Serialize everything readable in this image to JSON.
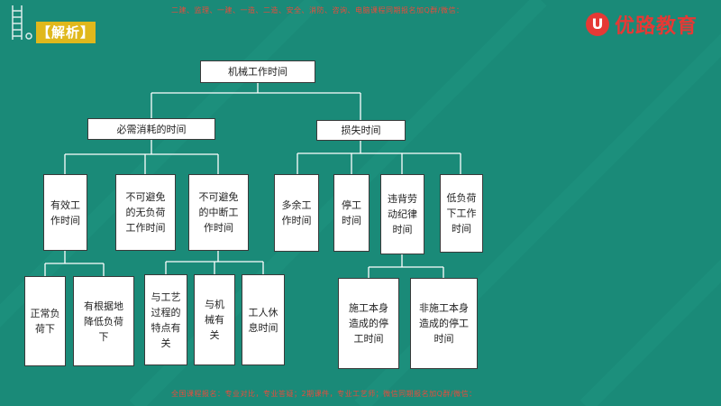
{
  "header": {
    "label": "【解析】",
    "top_note": "二建、监理、一建、一造、二造、安全、消防、咨询、电脑课程同期报名加Q群/微信：",
    "bottom_note": "全国课程报名：专业对比，专业答疑；2期课件，专业工艺师；微信同期报名加Q群/微信：",
    "logo_mark": "U",
    "logo_text": "优路教育"
  },
  "diagram": {
    "root": "机械工作时间",
    "necessary": "必需消耗的时间",
    "loss": "损失时间",
    "effective": "有效工\n作时间",
    "unavoidable_noload": "不可避免\n的无负荷\n工作时间",
    "unavoidable_interrupt": "不可避免\n的中断工\n作时间",
    "normal_load": "正常负\n荷下",
    "reduced_load": "有根据地\n降低负荷\n下",
    "process_related": "与工艺\n过程的\n特点有\n关",
    "machine_related": "与机\n械有\n关",
    "rest": "工人休\n息时间",
    "excess": "多余工\n作时间",
    "stoppage": "停工\n时间",
    "violation": "违背劳\n动纪律\n时间",
    "low_load": "低负荷\n下工作\n时间",
    "construction_caused": "施工本身\n造成的停\n工时间",
    "non_construction_caused": "非施工本身\n造成的停工\n时间"
  },
  "colors": {
    "background": "#1a8a78",
    "header_label": "#e0b81c",
    "brand": "#e53935",
    "line": "#ffffff",
    "node_fill": "#ffffff",
    "node_border": "#3a3a3a"
  }
}
